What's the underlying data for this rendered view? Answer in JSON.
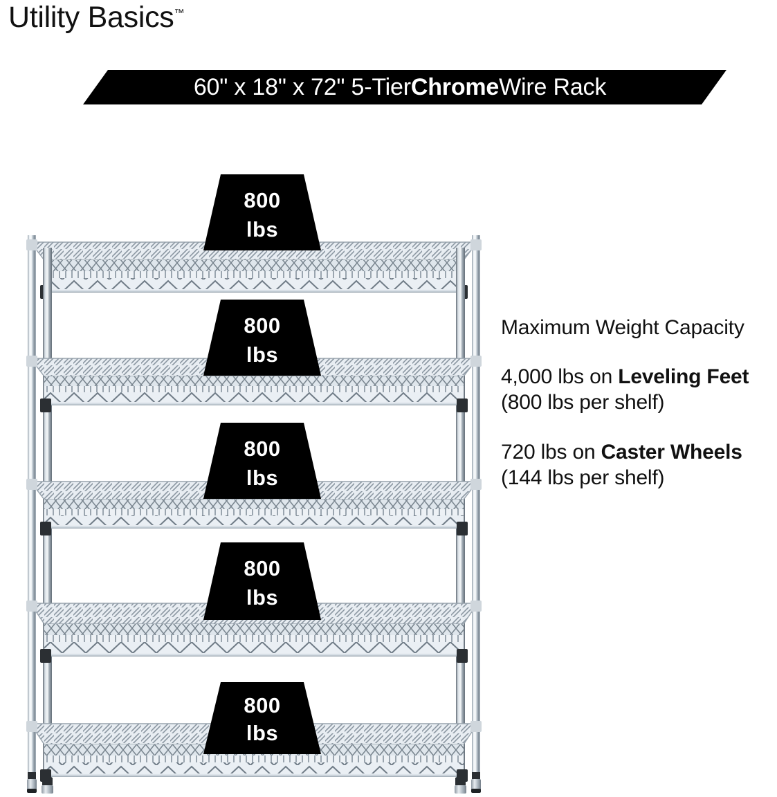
{
  "brand": {
    "name": "Utility Basics",
    "tm": "™"
  },
  "banner": {
    "size_tier": "60\" x 18\" x 72\" 5-Tier ",
    "highlight": "Chrome",
    "suffix": " Wire Rack"
  },
  "copy": {
    "heading": "Maximum Weight Capacity",
    "feet_pre": "4,000 lbs on ",
    "feet_bold": "Leveling Feet",
    "feet_post": " (800 lbs per shelf)",
    "caster_pre": "720 lbs on ",
    "caster_bold": "Caster Wheels",
    "caster_post": " (144 lbs per shelf)"
  },
  "rack": {
    "tiers": 5,
    "badge_value": "800",
    "badge_unit": "lbs",
    "shelves": [
      {
        "label": "shelf-1",
        "badge_value": "800",
        "badge_unit": "lbs"
      },
      {
        "label": "shelf-2",
        "badge_value": "800",
        "badge_unit": "lbs"
      },
      {
        "label": "shelf-3",
        "badge_value": "800",
        "badge_unit": "lbs"
      },
      {
        "label": "shelf-4",
        "badge_value": "800",
        "badge_unit": "lbs"
      },
      {
        "label": "shelf-5",
        "badge_value": "800",
        "badge_unit": "lbs"
      }
    ]
  },
  "colors": {
    "banner_bg": "#000000",
    "banner_text": "#ffffff",
    "badge_bg": "#000000",
    "badge_text": "#ffffff",
    "body_text": "#111111",
    "chrome_light": "#f2f5f8",
    "chrome_mid": "#b9c3cc",
    "chrome_dark": "#6e7a85",
    "collar": "#2b2f33"
  }
}
